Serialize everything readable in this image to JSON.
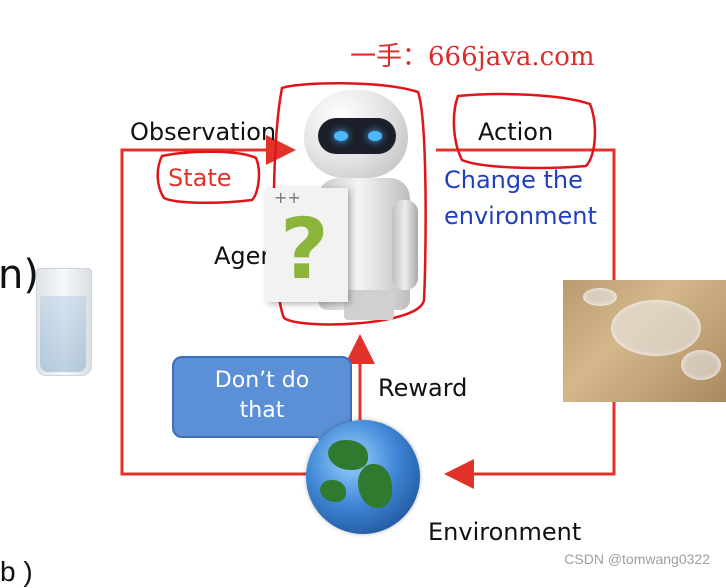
{
  "watermark": "一手：666java.com",
  "labels": {
    "observation": "Observation",
    "state": "State",
    "action": "Action",
    "change": "Change the\nenvironment",
    "agent": "Agent",
    "reward": "Reward",
    "environment": "Environment",
    "bubble": "Don’t do\nthat",
    "paren": "n)",
    "bottom_partial": "b  )"
  },
  "credit": "CSDN @tomwang0322",
  "colors": {
    "loop_line": "#e2332b",
    "annotation": "#e1141a",
    "state_text": "#e2332b",
    "change_text": "#1f3fbf",
    "bubble": "#5b8fd6"
  },
  "icons": [
    "robot-icon",
    "question-mark-icon",
    "speech-bubble-icon",
    "globe-icon",
    "water-glass-icon",
    "spilled-water-icon"
  ]
}
